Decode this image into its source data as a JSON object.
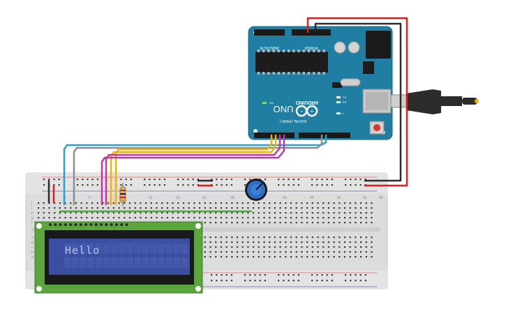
{
  "lcd": {
    "display_text": "Hello"
  },
  "arduino": {
    "brand": "ARDUINO",
    "model": "UNO",
    "header_analog": "ANALOG IN",
    "header_power": "POWER",
    "header_digital": "DIGITAL (PWM~)",
    "led_on": "ON",
    "led_tx": "TX",
    "led_rx": "RX",
    "led_l": "L"
  },
  "breadboard": {
    "column_numbers": [
      "1",
      "5",
      "10",
      "15",
      "20",
      "25",
      "30",
      "35",
      "40",
      "45",
      "50",
      "55",
      "60"
    ],
    "row_letters_top": [
      "j",
      "i",
      "h",
      "g",
      "f"
    ],
    "row_letters_bottom": [
      "e",
      "d",
      "c",
      "b",
      "a"
    ]
  },
  "colors": {
    "arduino_board": "#1f7ea1",
    "breadboard": "#dcdcdc",
    "lcd_pcb": "#5aa63c",
    "lcd_screen": "#3b4fa1",
    "lcd_text": "#b7c3ef",
    "wire_red": "#e21b1b",
    "wire_black": "#2b2b2b",
    "wire_blue": "#2aa1d6",
    "wire_gray": "#8d8d8d",
    "wire_yellow": "#f2b400",
    "wire_magenta": "#c0399e",
    "wire_green": "#48a83a",
    "usb_cable": "#2b2b2b"
  }
}
